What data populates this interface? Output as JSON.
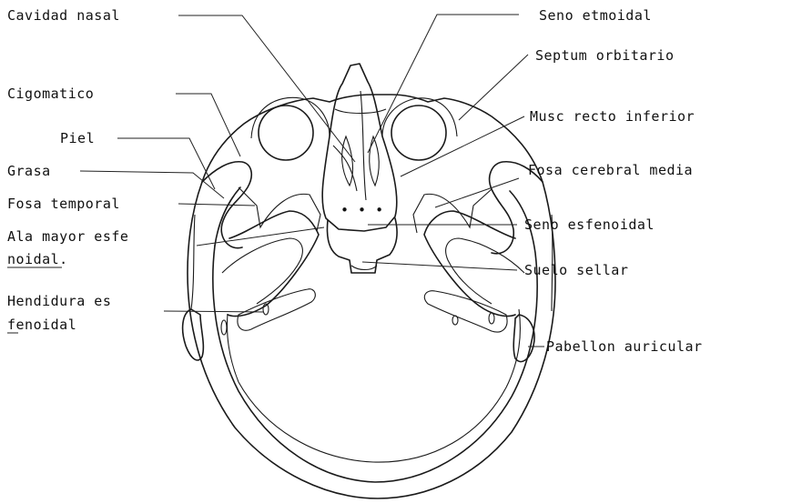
{
  "labels": {
    "cavidad_nasal": "Cavidad nasal",
    "seno_etmoidal": "Seno etmoidal",
    "septum_orbitario": "Septum orbitario",
    "cigomatico": "Cigomatico",
    "musc_recto_inferior": "Musc recto inferior",
    "piel": "Piel",
    "grasa": "Grasa",
    "fosa_cerebral_media": "Fosa cerebral media",
    "fosa_temporal": "Fosa temporal",
    "seno_esfenoidal": "Seno esfenoidal",
    "ala_mayor_1": "Ala mayor esfe",
    "ala_mayor_2": "noidal.",
    "suelo_sellar": "Suelo sellar",
    "hendidura_1": "Hendidura es",
    "hendidura_2": "fenoidal",
    "pabellon_auricular": "Pabellon auricular"
  },
  "colors": {
    "line": "#1a1a1a",
    "background": "#ffffff"
  }
}
